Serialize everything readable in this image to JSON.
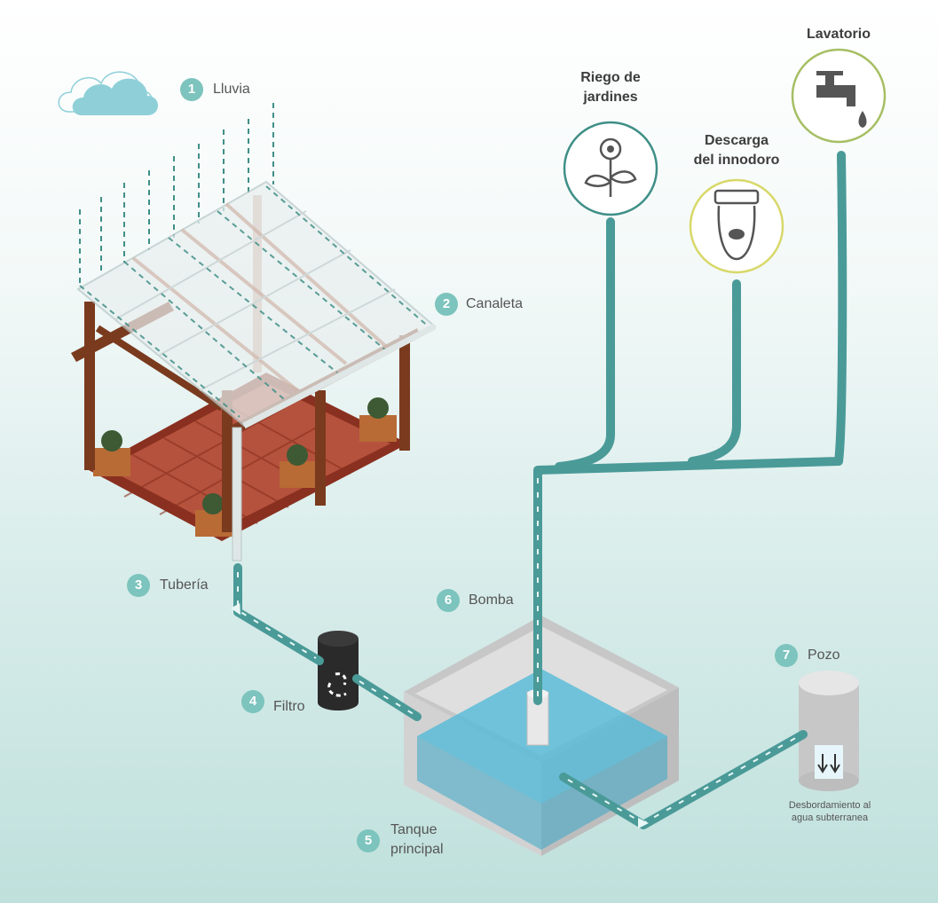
{
  "steps": [
    {
      "num": "1",
      "label": "Lluvia"
    },
    {
      "num": "2",
      "label": "Canaleta"
    },
    {
      "num": "3",
      "label": "Tubería"
    },
    {
      "num": "4",
      "label": "Filtro"
    },
    {
      "num": "5",
      "label_line1": "Tanque",
      "label_line2": "principal"
    },
    {
      "num": "6",
      "label": "Bomba"
    },
    {
      "num": "7",
      "label": "Pozo"
    }
  ],
  "uses": {
    "garden": {
      "line1": "Riego de",
      "line2": "jardines",
      "icon": "flower-icon"
    },
    "toilet": {
      "line1": "Descarga",
      "line2": "del innodoro",
      "icon": "toilet-icon"
    },
    "sink": {
      "line1": "Lavatorio",
      "icon": "faucet-icon"
    }
  },
  "overflow_note": {
    "line1": "Desbordamiento al",
    "line2": "agua subterranea"
  },
  "colors": {
    "pipe": "#4a9a98",
    "badge": "#7cc4bd",
    "garden_ring": "#3f8f87",
    "toilet_ring": "#d8d86a",
    "sink_ring": "#a6bf63",
    "cloud": "#8fd0d8",
    "wood": "#8a3f22",
    "water": "#3aa7c9"
  }
}
